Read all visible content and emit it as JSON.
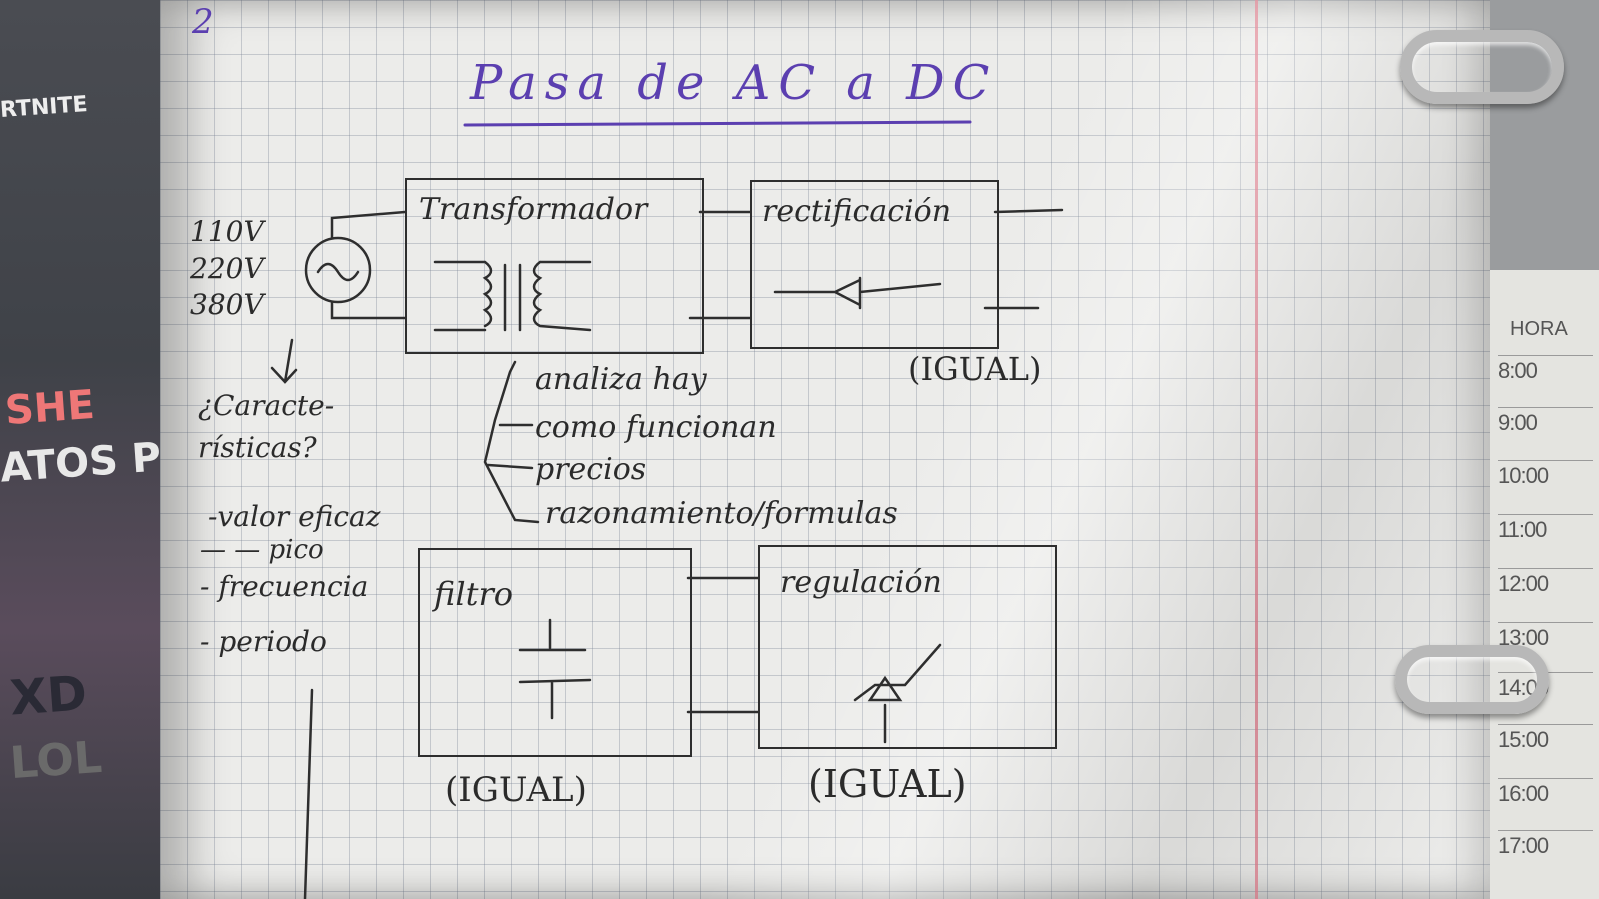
{
  "page_number": "2",
  "title": "Pasa de AC a DC",
  "voltages": [
    "110V",
    "220V",
    "380V"
  ],
  "blocks": {
    "transformer": "Transformador",
    "rectifier": "rectificación",
    "filter": "filtro",
    "regulator": "regulación"
  },
  "igual": [
    "(IGUAL)",
    "(IGUAL)",
    "(IGUAL)"
  ],
  "bracket_notes": [
    "analiza hay",
    "como funcionan",
    "precios",
    "razonamiento/formulas"
  ],
  "left_notes": {
    "question": "¿Caracte-rísticas?",
    "items": [
      "-valor eficaz",
      "— — pico",
      "- frecuencia",
      "- periodo"
    ]
  },
  "planner": {
    "header": "HORA",
    "hours": [
      "8:00",
      "9:00",
      "10:00",
      "11:00",
      "12:00",
      "13:00",
      "14:00",
      "15:00",
      "16:00",
      "17:00"
    ]
  },
  "cover_texts": [
    "RTNITE",
    "SHE",
    "ATOS P",
    "XD",
    "LOL"
  ],
  "colors": {
    "ink": "#2b2b2b",
    "title_ink": "#5b3fb0",
    "margin": "#e07a8a"
  }
}
